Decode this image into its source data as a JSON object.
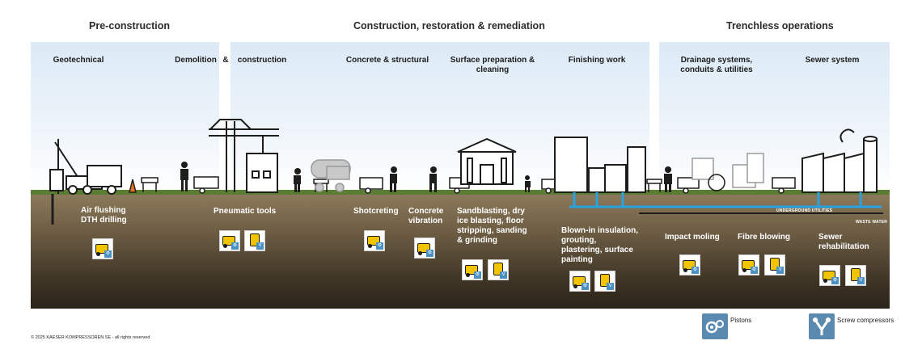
{
  "sections": {
    "pre_construction": "Pre-construction",
    "construction": "Construction, restoration & remediation",
    "trenchless": "Trenchless operations"
  },
  "categories": {
    "geotechnical": "Geotechnical",
    "demolition": "Demolition",
    "amp": "&",
    "construction": "construction",
    "concrete_structural": "Concrete & structural",
    "surface_preparation": "Surface preparation & cleaning",
    "finishing_work": "Finishing work",
    "drainage": "Drainage systems, conduits & utilities",
    "sewer_system": "Sewer system"
  },
  "applications": {
    "air_flushing": "Air flushing DTH drilling",
    "pneumatic_tools": "Pneumatic tools",
    "shotcreting": "Shotcreting",
    "concrete_vibration": "Concrete vibration",
    "sandblasting": "Sandblasting, dry ice blasting, floor stripping, sanding & grinding",
    "blown_in": "Blown-in insulation, grouting, plastering, surface painting",
    "impact_moling": "Impact moling",
    "fibre_blowing": "Fibre blowing",
    "sewer_rehab": "Sewer rehabilitation"
  },
  "ground_labels": {
    "underground_utilities": "UNDERGROUND UTILITIES",
    "waste_water": "WASTE WATER"
  },
  "legend": {
    "pistons": "Pistons",
    "screw_compressors": "Screw compressors"
  },
  "icons": {
    "pistons": "pistons-icon",
    "screw_compressors": "screw-compressors-icon",
    "compressor": "compressor-icon"
  },
  "colors": {
    "accent_blue": "#5a8ab0",
    "machine_yellow": "#f2c400",
    "pipe_blue": "#29a3e0",
    "grass": "#5b7d31"
  },
  "copyright": "© 2025 KAESER KOMPRESSOREN SE - all rights reserved"
}
